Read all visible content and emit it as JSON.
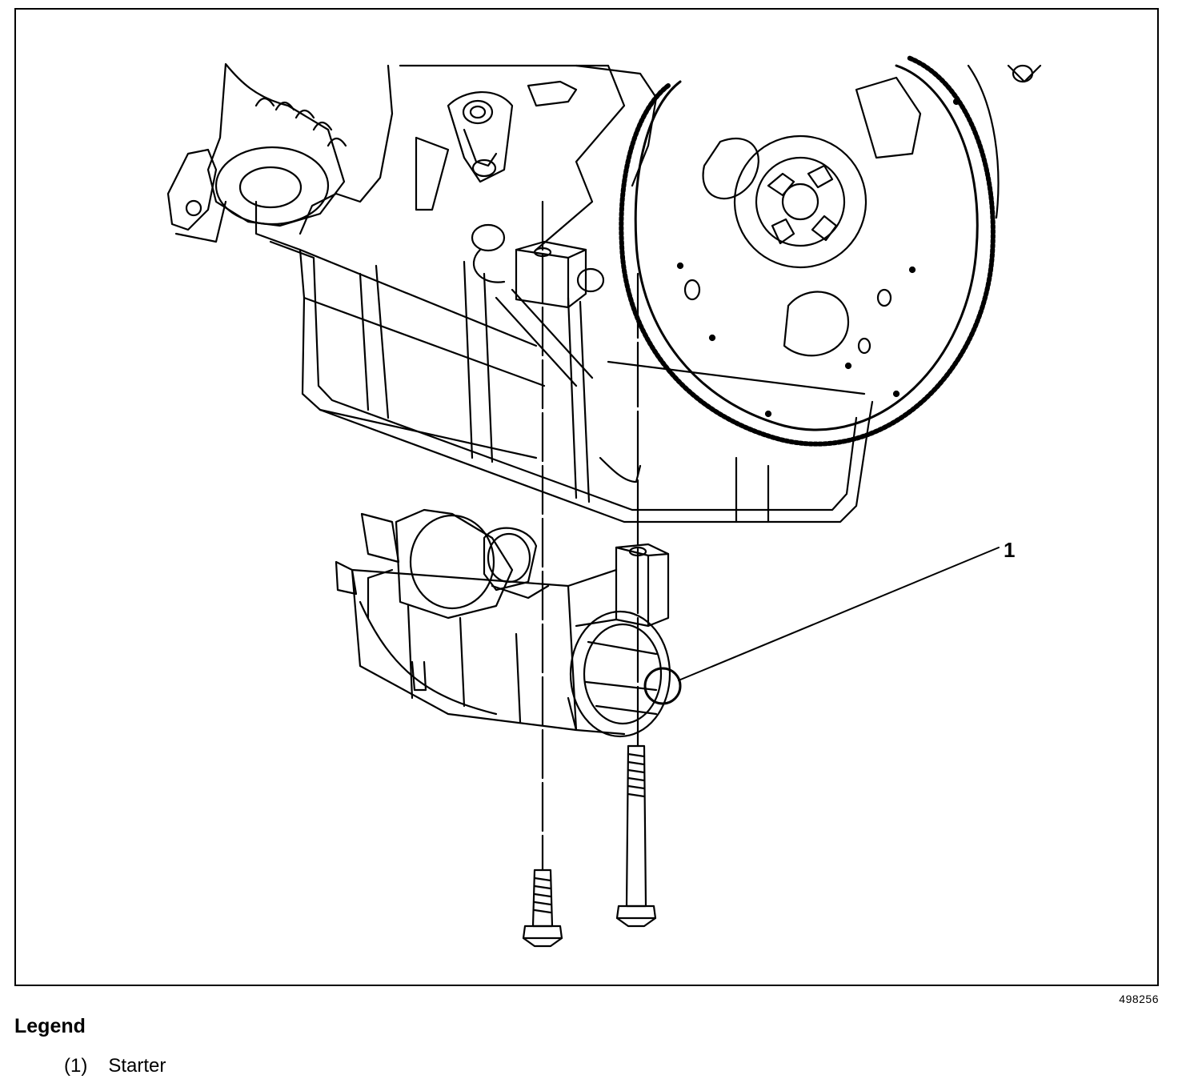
{
  "figure": {
    "id_number": "498256",
    "callouts": [
      {
        "label": "1"
      }
    ]
  },
  "legend": {
    "title": "Legend",
    "items": [
      {
        "number": "(1)",
        "text": "Starter"
      }
    ]
  }
}
